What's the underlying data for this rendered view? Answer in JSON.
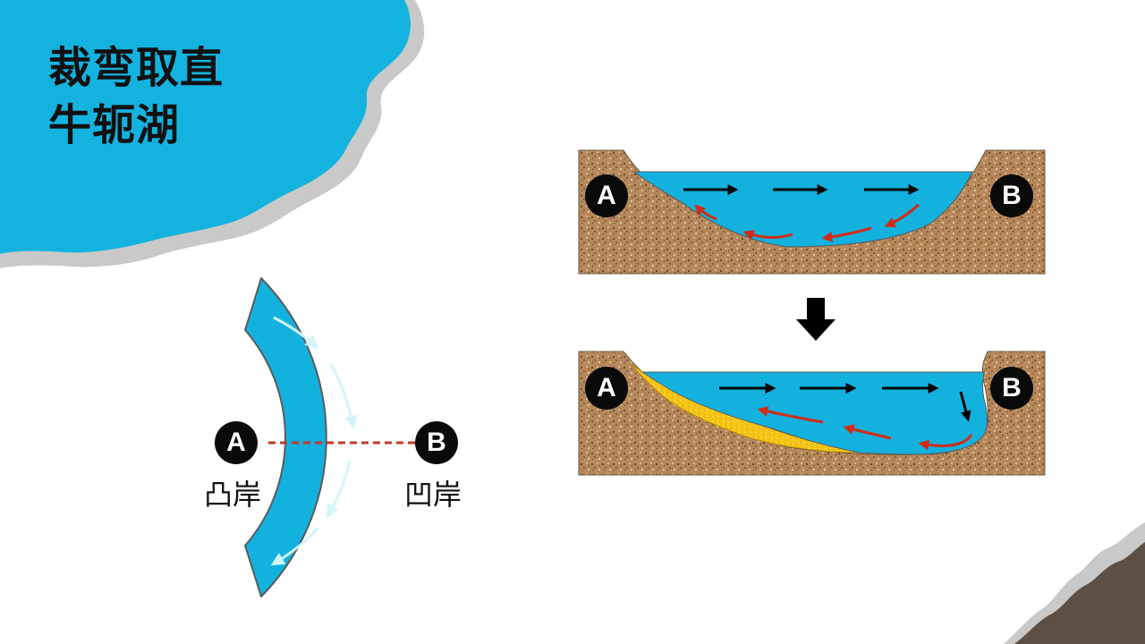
{
  "title": {
    "line1": "裁弯取直",
    "line2": "牛轭湖"
  },
  "meander": {
    "point_a": "A",
    "point_b": "B",
    "convex_bank": "凸岸",
    "concave_bank": "凹岸"
  },
  "cross_section_top": {
    "point_a": "A",
    "point_b": "B"
  },
  "cross_section_bottom": {
    "point_a": "A",
    "point_b": "B"
  },
  "colors": {
    "water": "#13b1dd",
    "water_corner": "#14b3df",
    "shadow": "#c9c9c9",
    "soil": "#b5875a",
    "sediment": "#f5c518",
    "flow_surface": "#000000",
    "flow_bottom": "#d32a17",
    "flow_river": "#d3f4fb",
    "dash_line": "#c0392b",
    "rock_corner": "#5d4f43",
    "badge": "#0a0a0a"
  },
  "icons": [
    "down-arrow-icon",
    "flow-arrow-icon"
  ]
}
